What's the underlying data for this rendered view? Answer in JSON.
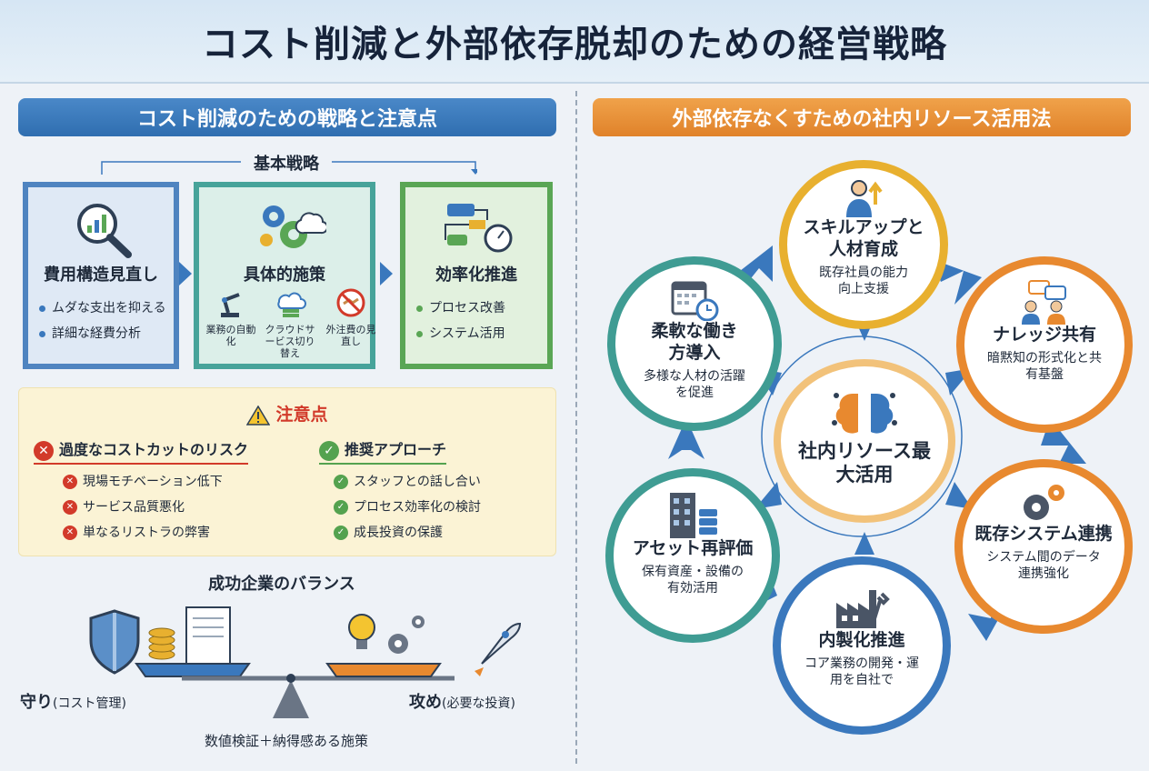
{
  "title": "コスト削減と外部依存脱却のための経営戦略",
  "colors": {
    "blue": "#3a78bd",
    "orange": "#e8892f",
    "teal": "#3f9c93",
    "green": "#54a24f",
    "red": "#d23a2a"
  },
  "left": {
    "header": "コスト削減のための戦略と注意点",
    "basic_label": "基本戦略",
    "panels": [
      {
        "title": "費用構造見直し",
        "icon": "magnifier-chart-icon",
        "bullets": [
          "ムダな支出を抑える",
          "詳細な経費分析"
        ]
      },
      {
        "title": "具体的施策",
        "icon": "gears-cloud-icon",
        "subs": [
          {
            "icon": "robot-arm-icon",
            "label": "業務の自動化"
          },
          {
            "icon": "cloud-server-icon",
            "label": "クラウドサービス切り替え"
          },
          {
            "icon": "no-handshake-icon",
            "label": "外注費の見直し"
          }
        ]
      },
      {
        "title": "効率化推進",
        "icon": "process-flow-icon",
        "bullets": [
          "プロセス改善",
          "システム活用"
        ]
      }
    ],
    "caution": {
      "title": "注意点",
      "risk_title": "過度なコストカットのリスク",
      "risks": [
        "現場モチベーション低下",
        "サービス品質悪化",
        "単なるリストラの弊害"
      ],
      "rec_title": "推奨アプローチ",
      "recs": [
        "スタッフとの話し合い",
        "プロセス効率化の検討",
        "成長投資の保護"
      ]
    },
    "balance": {
      "title": "成功企業のバランス",
      "defend": "守り",
      "defend_note": "(コスト管理)",
      "attack": "攻め",
      "attack_note": "(必要な投資)",
      "footer": "数値検証＋納得感ある施策"
    }
  },
  "right": {
    "header": "外部依存なくすための社内リソース活用法",
    "center": {
      "title": "社内リソース最大活用",
      "icon": "brain-network-icon"
    },
    "nodes": [
      {
        "title": "スキルアップと人材育成",
        "sub": "既存社員の能力向上支援",
        "icon": "person-growth-icon",
        "color": "#e8b02f"
      },
      {
        "title": "ナレッジ共有",
        "sub": "暗黙知の形式化と共有基盤",
        "icon": "people-chat-icon",
        "color": "#e8892f"
      },
      {
        "title": "既存システム連携",
        "sub": "システム間のデータ連携強化",
        "icon": "gears-icon",
        "color": "#e8892f"
      },
      {
        "title": "内製化推進",
        "sub": "コア業務の開発・運用を自社で",
        "icon": "factory-wrench-icon",
        "color": "#3a78bd"
      },
      {
        "title": "アセット再評価",
        "sub": "保有資産・設備の有効活用",
        "icon": "building-server-icon",
        "color": "#3f9c93"
      },
      {
        "title": "柔軟な働き方導入",
        "sub": "多様な人材の活躍を促進",
        "icon": "calendar-clock-icon",
        "color": "#3f9c93"
      }
    ]
  }
}
